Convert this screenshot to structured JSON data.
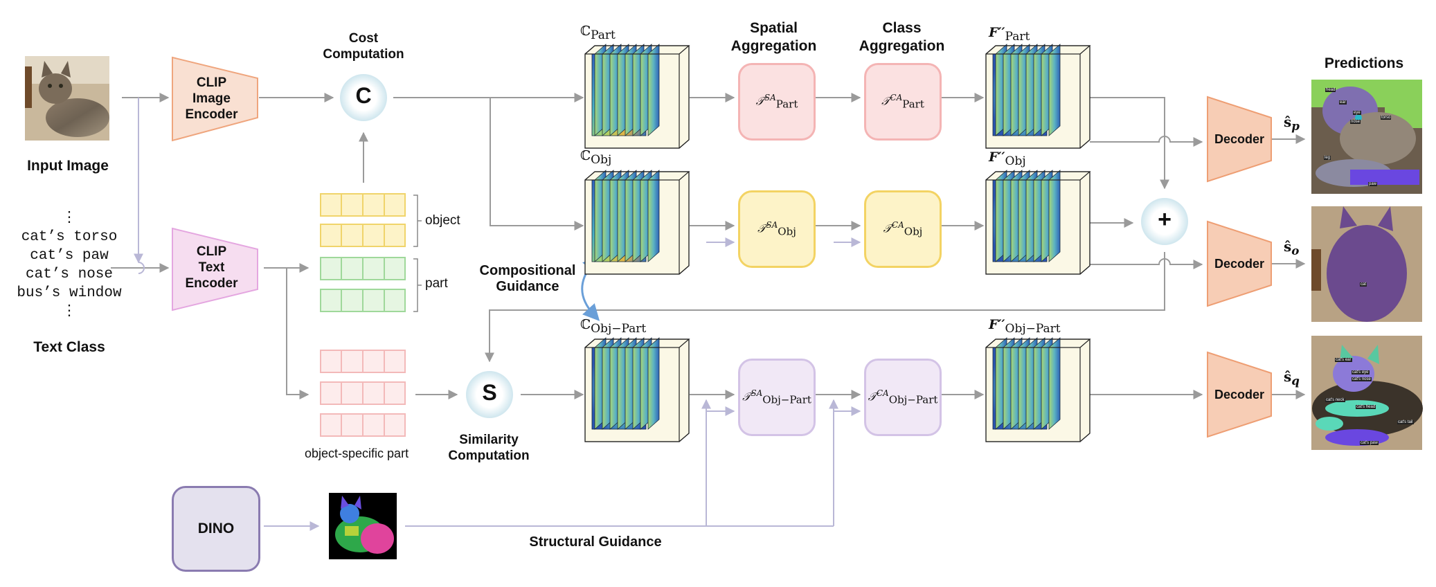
{
  "input": {
    "image_label": "Input Image",
    "text_class_label": "Text Class",
    "text_classes": [
      "⋮",
      "cat’s torso",
      "cat’s paw",
      "cat’s nose",
      "bus’s window",
      "⋮"
    ]
  },
  "encoders": {
    "clip_image": "CLIP\nImage\nEncoder",
    "clip_text": "CLIP\nText\nEncoder",
    "dino": "DINO"
  },
  "cost": {
    "title": "Cost\nComputation",
    "symbol": "C"
  },
  "similarity": {
    "title": "Similarity\nComputation",
    "symbol": "S"
  },
  "embeddings": {
    "object": "object",
    "part": "part",
    "object_specific": "object-specific part"
  },
  "cost_volumes": {
    "part_main": "ℂ",
    "part_sub": "Part",
    "obj_main": "ℂ",
    "obj_sub": "Obj",
    "objpart_main": "ℂ",
    "objpart_sub": "Obj−Part"
  },
  "stages": {
    "spatial": "Spatial\nAggregation",
    "class": "Class\nAggregation"
  },
  "transformers": {
    "t_main": "𝒯",
    "sa": "SA",
    "ca": "CA",
    "part": "Part",
    "obj": "Obj",
    "objpart": "Obj−Part"
  },
  "features": {
    "main": "F′′",
    "part": "Part",
    "obj": "Obj",
    "objpart": "Obj−Part"
  },
  "guidance": {
    "compositional": "Compositional\nGuidance",
    "structural": "Structural Guidance"
  },
  "plus": "+",
  "decoder": "Decoder",
  "outputs": {
    "sp_main": "ŝ",
    "sp_sub": "p",
    "so_main": "ŝ",
    "so_sub": "o",
    "sq_main": "ŝ",
    "sq_sub": "q"
  },
  "predictions_title": "Predictions",
  "pred_tags_p": [
    "head",
    "ear",
    "eye",
    "nose",
    "torso",
    "leg",
    "paw"
  ],
  "pred_tags_o": [
    "cat"
  ],
  "pred_tags_q": [
    "cat's ear",
    "cat's eye",
    "cat's nose",
    "cat's neck",
    "cat's head",
    "cat's tail",
    "cat's paw"
  ],
  "colors": {
    "clip_image": "#f9e0d2",
    "clip_text": "#f6ddf0",
    "dino": "#e4e1ee",
    "decoder": "#f7cdb5",
    "t_part": "#fbe1e1",
    "t_obj": "#fdf3c8",
    "t_objpart": "#f1e8f6",
    "arrow": "#9a9a9a",
    "guide": "#b9b7d6"
  }
}
